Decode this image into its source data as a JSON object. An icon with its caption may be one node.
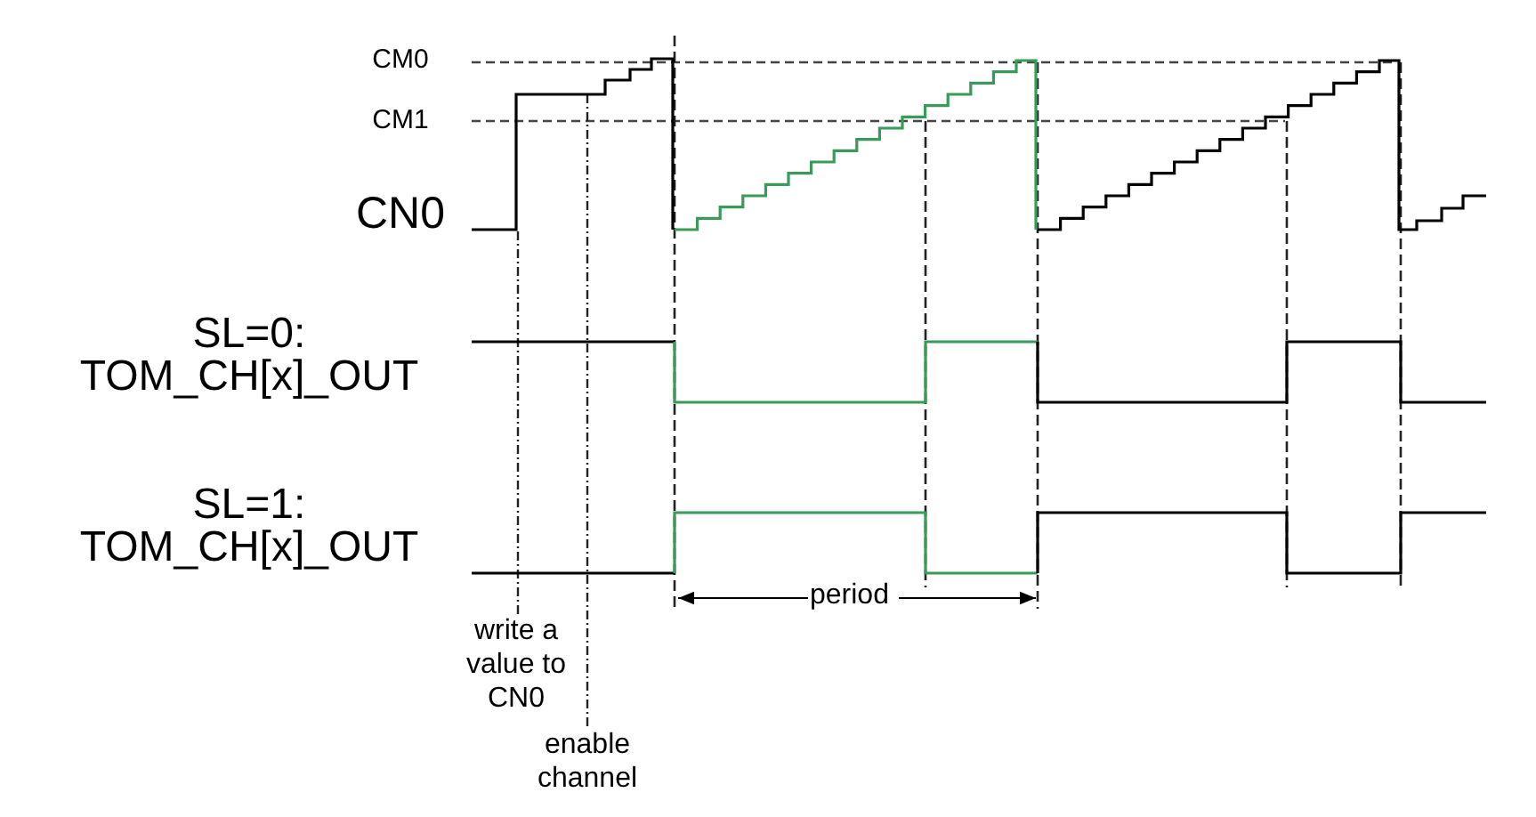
{
  "diagram": {
    "labels": [
      "CM0",
      "CM1",
      "CN0",
      "SL=0: TOM_CH[x]_OUT",
      "SL=1: TOM_CH[x]_OUT",
      "period",
      "write a value to CN0",
      "enable channel"
    ]
  }
}
